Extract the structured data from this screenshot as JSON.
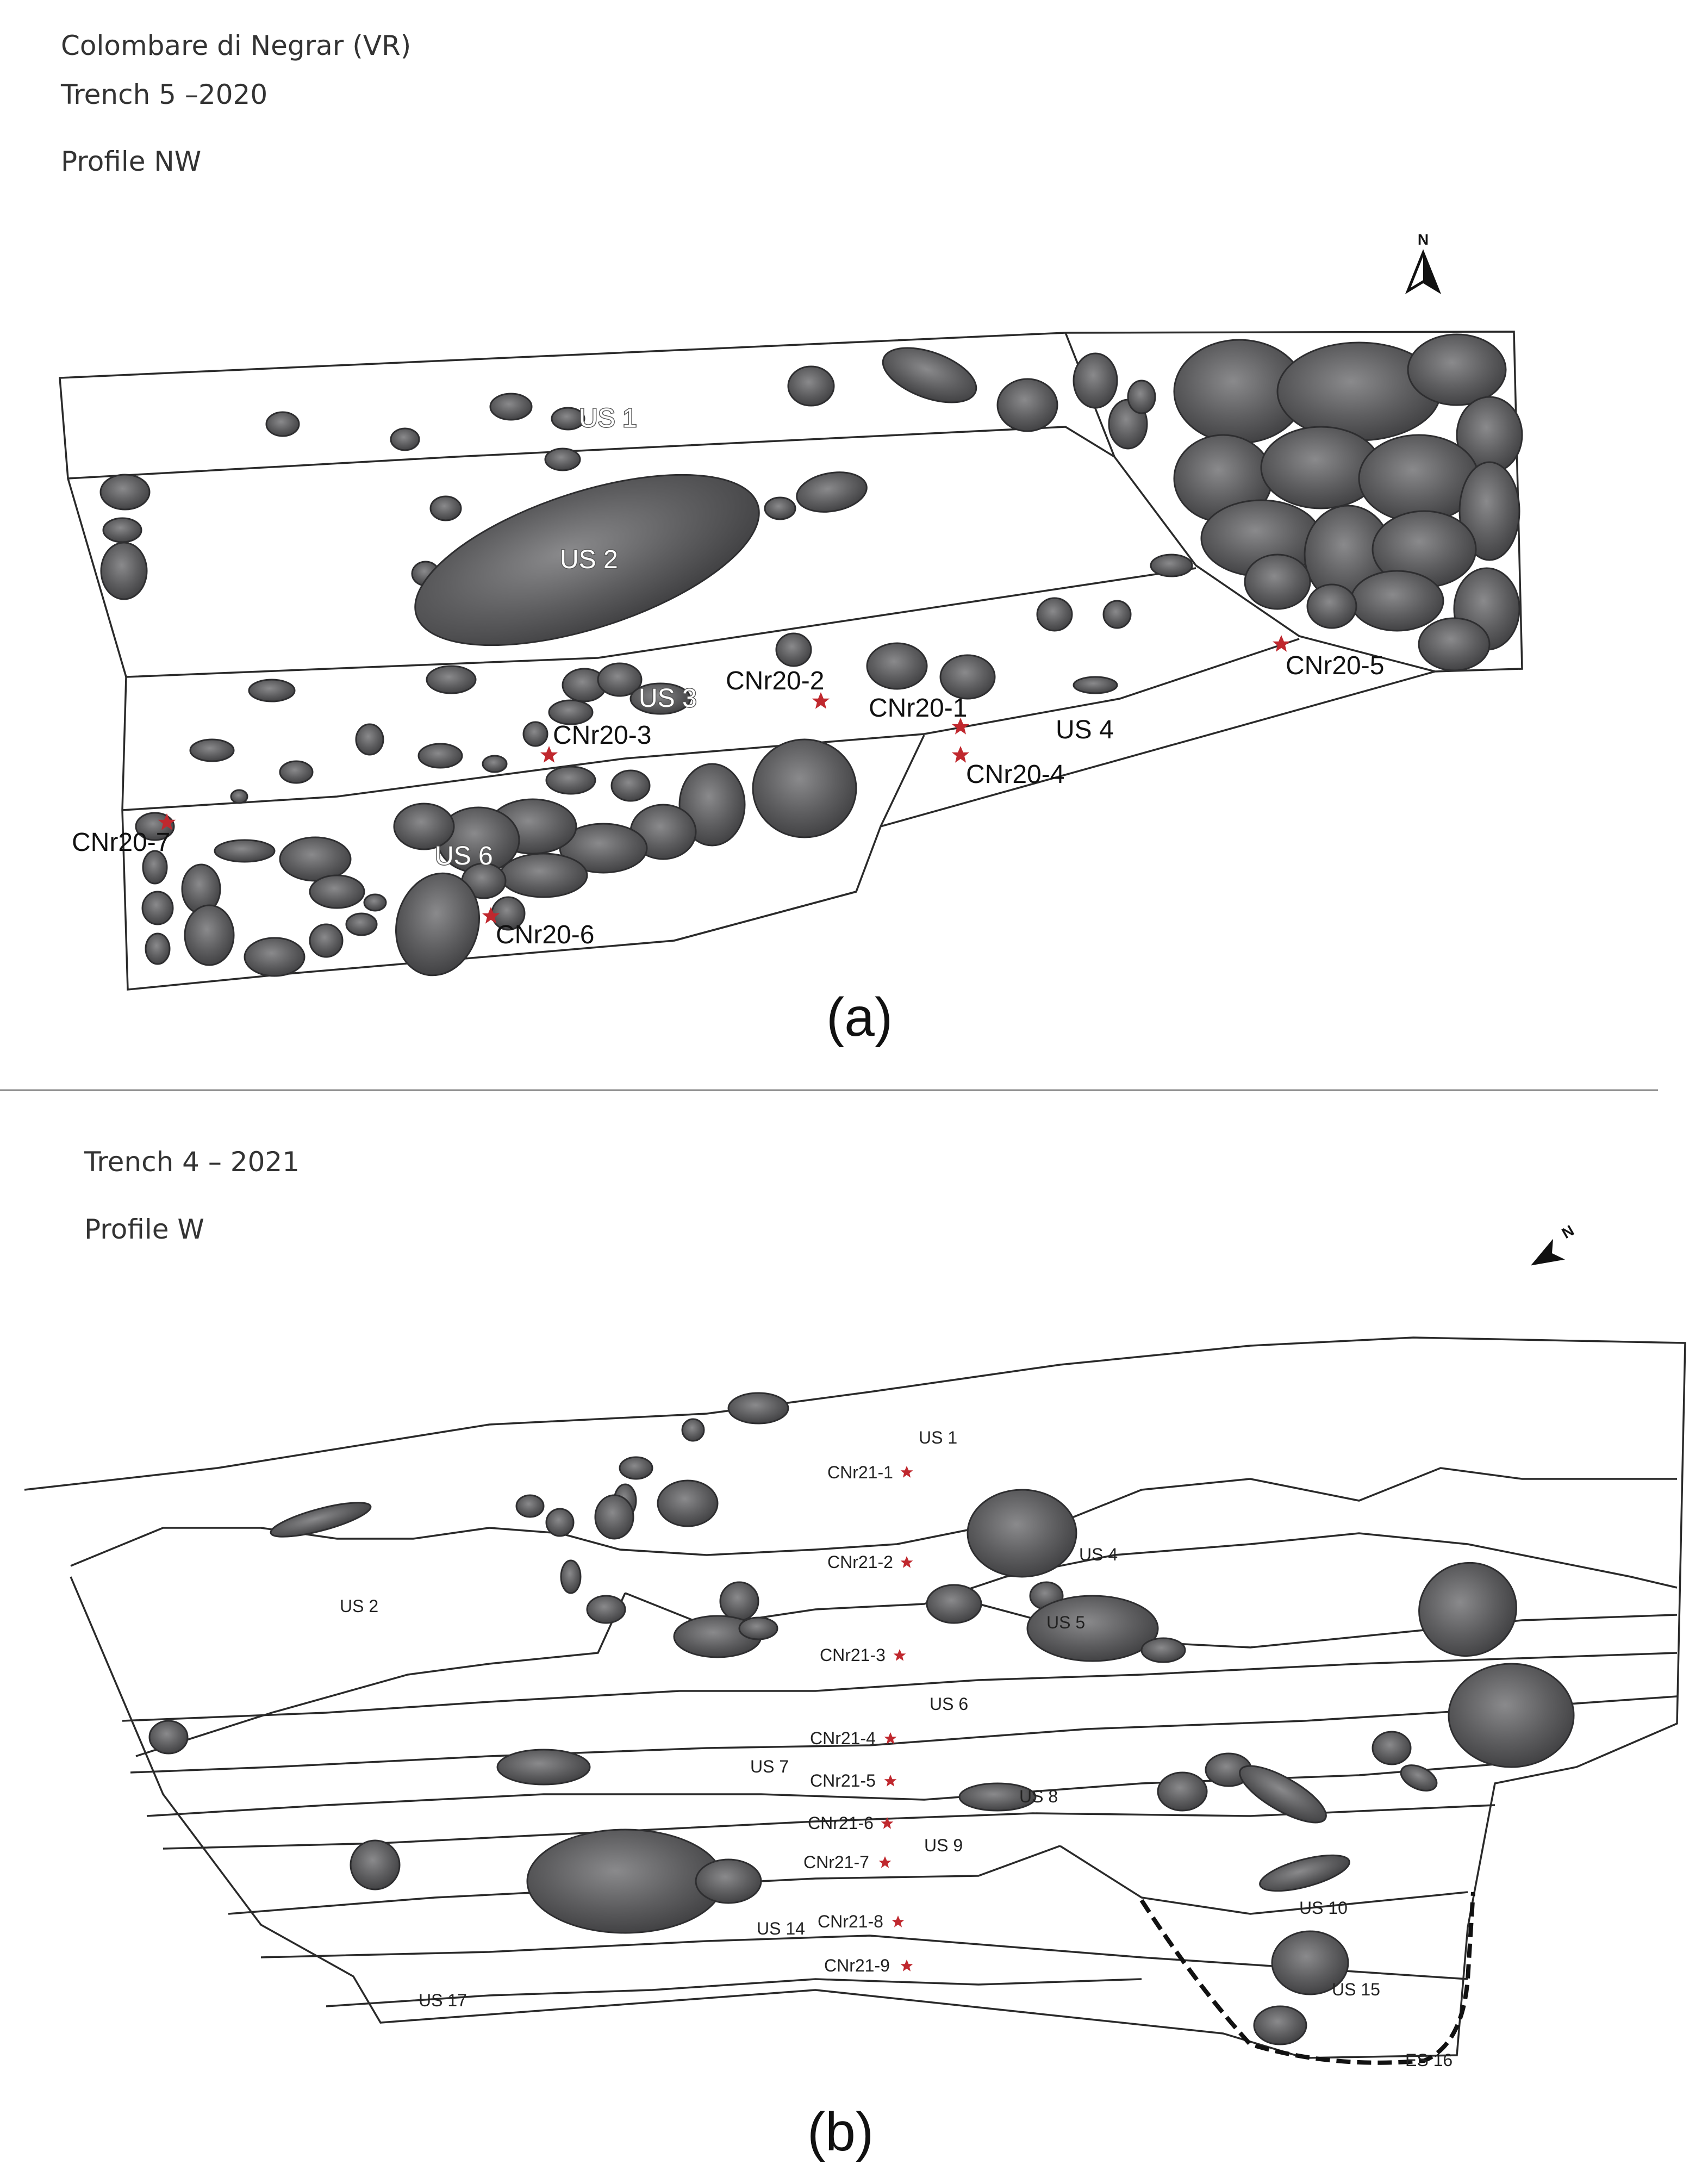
{
  "panel_a": {
    "site": "Colombare di  Negrar (VR)",
    "trench": "Trench 5 –2020",
    "profile": "Profile NW",
    "north_label": "N",
    "tag": "(a)",
    "units": [
      "US 1",
      "US 2",
      "US 3",
      "US 4",
      "US 6"
    ],
    "samples": [
      "CNr20-1",
      "CNr20-2",
      "CNr20-3",
      "CNr20-4",
      "CNr20-5",
      "CNr20-6",
      "CNr20-7"
    ]
  },
  "panel_b": {
    "trench": "Trench 4 – 2021",
    "profile": "Profile W",
    "north_label": "N",
    "tag": "(b)",
    "units": [
      "US 1",
      "US 2",
      "US 4",
      "US 5",
      "US 6",
      "US 7",
      "US 8",
      "US 9",
      "US 10",
      "US 14",
      "US 15",
      "US 17",
      "ES 16"
    ],
    "samples": [
      "CNr21-1",
      "CNr21-2",
      "CNr21-3",
      "CNr21-4",
      "CNr21-5",
      "CNr21-6",
      "CNr21-7",
      "CNr21-8",
      "CNr21-9"
    ]
  },
  "colors": {
    "stone": "#5d5d5f",
    "sample_star": "#c0282e",
    "outline": "#2a2a2a"
  }
}
